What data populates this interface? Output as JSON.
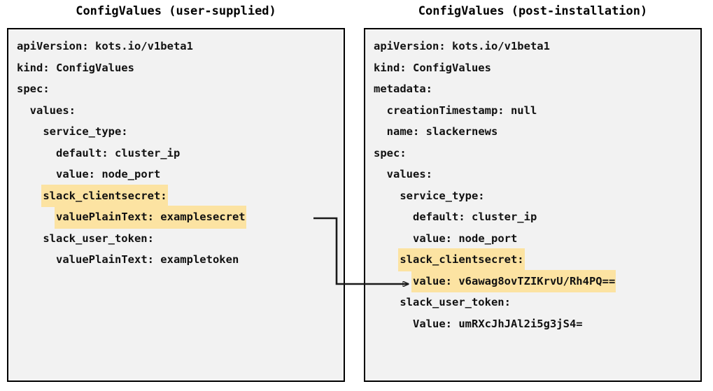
{
  "diagram": {
    "type": "two-panel-yaml-comparison",
    "background": "#ffffff",
    "panel_background": "#f2f2f2",
    "panel_border": "#000000",
    "highlight_color": "#fce3a2",
    "text_color": "#111111",
    "connector": {
      "name": "encryption-mapping-arrow",
      "color": "#1a1a1a",
      "from_label": "valuePlainText: examplesecret",
      "to_label": "value: v6awag8ovTZIKrvU/Rh4PQ=="
    }
  },
  "left_panel": {
    "title": "ConfigValues (user-supplied)",
    "lines": [
      {
        "indent": 0,
        "text": "apiVersion: kots.io/v1beta1",
        "highlight": false
      },
      {
        "indent": 0,
        "text": "kind: ConfigValues",
        "highlight": false
      },
      {
        "indent": 0,
        "text": "spec:",
        "highlight": false
      },
      {
        "indent": 1,
        "text": "values:",
        "highlight": false
      },
      {
        "indent": 2,
        "text": "service_type:",
        "highlight": false
      },
      {
        "indent": 3,
        "text": "default: cluster_ip",
        "highlight": false
      },
      {
        "indent": 3,
        "text": "value: node_port",
        "highlight": false
      },
      {
        "indent": 2,
        "text": "slack_clientsecret:",
        "highlight": true
      },
      {
        "indent": 3,
        "text": "valuePlainText: examplesecret",
        "highlight": true
      },
      {
        "indent": 2,
        "text": "slack_user_token:",
        "highlight": false
      },
      {
        "indent": 3,
        "text": "valuePlainText: exampletoken",
        "highlight": false
      }
    ]
  },
  "right_panel": {
    "title": "ConfigValues (post-installation)",
    "lines": [
      {
        "indent": 0,
        "text": "apiVersion: kots.io/v1beta1",
        "highlight": false
      },
      {
        "indent": 0,
        "text": "kind: ConfigValues",
        "highlight": false
      },
      {
        "indent": 0,
        "text": "metadata:",
        "highlight": false
      },
      {
        "indent": 1,
        "text": "creationTimestamp: null",
        "highlight": false
      },
      {
        "indent": 1,
        "text": "name: slackernews",
        "highlight": false
      },
      {
        "indent": 0,
        "text": "spec:",
        "highlight": false
      },
      {
        "indent": 1,
        "text": "values:",
        "highlight": false
      },
      {
        "indent": 2,
        "text": "service_type:",
        "highlight": false
      },
      {
        "indent": 3,
        "text": "default: cluster_ip",
        "highlight": false
      },
      {
        "indent": 3,
        "text": "value: node_port",
        "highlight": false
      },
      {
        "indent": 2,
        "text": "slack_clientsecret:",
        "highlight": true
      },
      {
        "indent": 3,
        "text": "value: v6awag8ovTZIKrvU/Rh4PQ==",
        "highlight": true
      },
      {
        "indent": 2,
        "text": "slack_user_token:",
        "highlight": false
      },
      {
        "indent": 3,
        "text": "Value: umRXcJhJAl2i5g3jS4=",
        "highlight": false
      }
    ]
  }
}
